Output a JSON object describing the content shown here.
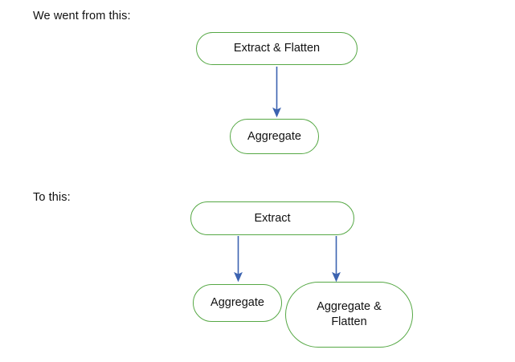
{
  "diagram": {
    "title_from": "We went from this:",
    "title_to": "To this:",
    "colors": {
      "node_border": "#56a845",
      "node_fill": "#ffffff",
      "arrow": "#3c63b0",
      "text": "#111111",
      "background": "#ffffff"
    },
    "before": {
      "caption": "We went from this:",
      "nodes": [
        {
          "id": "extract-flatten",
          "label": "Extract & Flatten",
          "shape": "stadium"
        },
        {
          "id": "aggregate-top",
          "label": "Aggregate",
          "shape": "stadium"
        }
      ],
      "edges": [
        {
          "from": "extract-flatten",
          "to": "aggregate-top",
          "style": "arrow",
          "direction": "down"
        }
      ]
    },
    "after": {
      "caption": "To this:",
      "nodes": [
        {
          "id": "extract",
          "label": "Extract",
          "shape": "stadium"
        },
        {
          "id": "aggregate-bottom",
          "label": "Aggregate",
          "shape": "stadium"
        },
        {
          "id": "aggregate-flatten",
          "label": "Aggregate &\nFlatten",
          "shape": "stadium"
        }
      ],
      "edges": [
        {
          "from": "extract",
          "to": "aggregate-bottom",
          "style": "arrow",
          "direction": "down"
        },
        {
          "from": "extract",
          "to": "aggregate-flatten",
          "style": "arrow",
          "direction": "down"
        }
      ]
    }
  }
}
